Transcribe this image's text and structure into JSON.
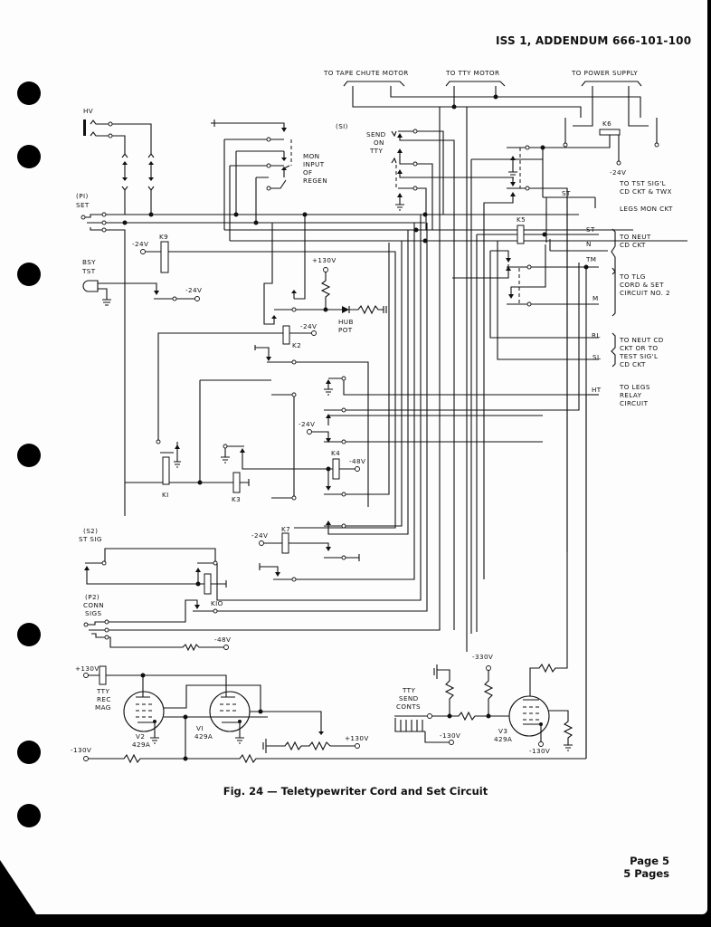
{
  "header": {
    "doc_id": "ISS 1, ADDENDUM 666-101-100"
  },
  "caption": "Fig. 24 — Teletypewriter Cord and Set Circuit",
  "footer": {
    "page": "Page 5",
    "total": "5 Pages"
  },
  "diagram": {
    "top_labels": {
      "tape_chute_motor": "TO TAPE CHUTE MOTOR",
      "tty_motor": "TO TTY MOTOR",
      "power_supply": "TO POWER SUPPLY"
    },
    "left_labels": {
      "hv": "HV",
      "p1": "(PI)",
      "set": "SET",
      "bsy": "BSY",
      "tst": "TST",
      "s2": "(S2)",
      "st_sig": "ST SIG",
      "p2": "(P2)",
      "conn": "CONN",
      "sigs": "SIGS"
    },
    "switch_labels": {
      "s1": "(SI)",
      "send": "SEND",
      "on": "ON",
      "tty": "TTY",
      "mon": "MON",
      "input": "INPUT",
      "of": "OF",
      "regen": "REGEN"
    },
    "relays": {
      "k1": "KI",
      "k2": "K2",
      "k3": "K3",
      "k4": "K4",
      "k5": "K5",
      "k6": "K6",
      "k7": "K7",
      "k9": "K9",
      "k10": "KIO"
    },
    "voltages": {
      "m24": "-24V",
      "m48": "-48V",
      "p130": "+130V",
      "m130": "-130V",
      "m330": "-330V"
    },
    "hub_pot": {
      "line1": "HUB",
      "line2": "POT"
    },
    "leads": {
      "st1": "ST",
      "st2": "ST",
      "n": "N",
      "tm": "TM",
      "m": "M",
      "rl": "RL",
      "sl": "SL",
      "ht": "HT"
    },
    "destinations": {
      "tst_sig": [
        "TO TST SIG'L",
        "CD CKT & TWX",
        "LEGS MON CKT"
      ],
      "neut_cd": [
        "TO NEUT",
        "CD CKT"
      ],
      "tlg_cord": [
        "TO TLG",
        "CORD & SET",
        "CIRCUIT NO. 2"
      ],
      "neut_or_test": [
        "TO NEUT CD",
        "CKT OR TO",
        "TEST SIG'L",
        "CD CKT"
      ],
      "legs_relay": [
        "TO LEGS",
        "RELAY",
        "CIRCUIT"
      ]
    },
    "tubes": {
      "v1": {
        "name": "VI",
        "type": "429A"
      },
      "v2": {
        "name": "V2",
        "type": "429A"
      },
      "v3": {
        "name": "V3",
        "type": "429A"
      }
    },
    "tty_rec_mag": [
      "TTY",
      "REC",
      "MAG"
    ],
    "tty_send_conts": [
      "TTY",
      "SEND",
      "CONTS"
    ]
  }
}
